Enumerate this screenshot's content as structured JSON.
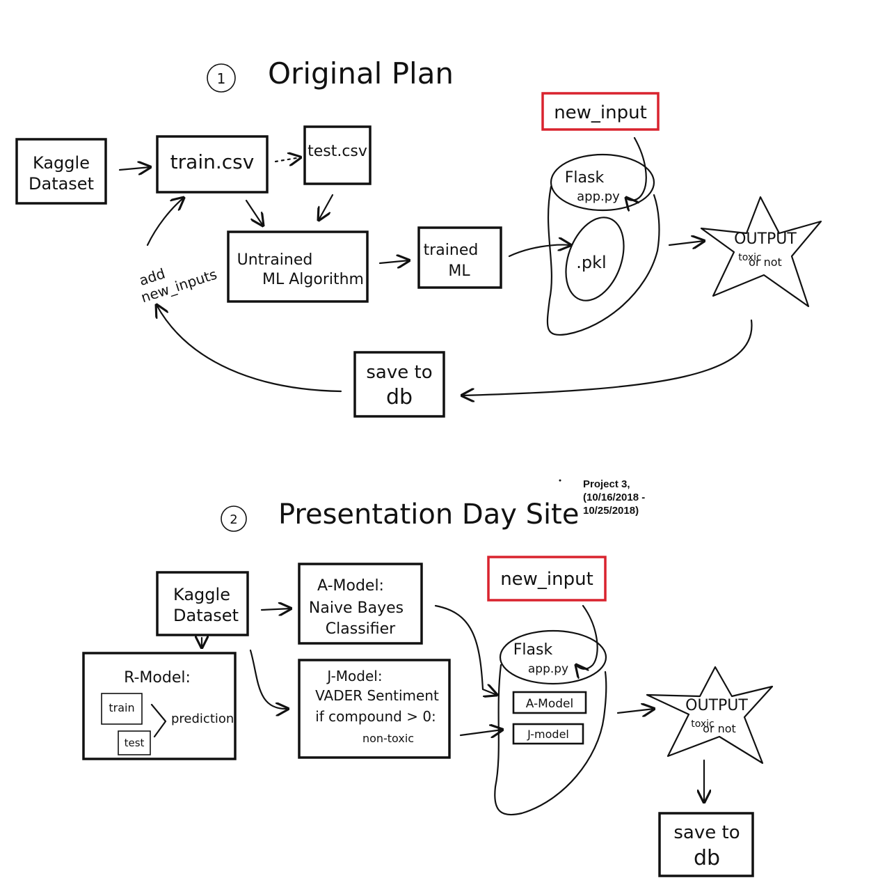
{
  "section1": {
    "number": "1",
    "title": "Original Plan",
    "kaggle": [
      "Kaggle",
      "Dataset"
    ],
    "train": "train.csv",
    "test": "test.csv",
    "untrained": [
      "Untrained",
      "ML Algorithm"
    ],
    "trained": [
      "trained",
      "ML"
    ],
    "new_input": "new_input",
    "flask": [
      "Flask",
      "app.py"
    ],
    "pkl": ".pkl",
    "output": [
      "OUTPUT",
      "toxic",
      "or not"
    ],
    "save": [
      "save to",
      "db"
    ],
    "add_label": [
      "add",
      "new_inputs"
    ]
  },
  "section2": {
    "number": "2",
    "title": "Presentation Day Site",
    "kaggle": [
      "Kaggle",
      "Dataset"
    ],
    "a_model": [
      "A-Model:",
      "Naive Bayes",
      "Classifier"
    ],
    "r_model": "R-Model:",
    "train": "train",
    "test": "test",
    "prediction": "prediction",
    "j_model": [
      "J-Model:",
      "VADER Sentiment",
      "if compound > 0:",
      "non-toxic"
    ],
    "new_input": "new_input",
    "flask": [
      "Flask",
      "app.py"
    ],
    "flask_a": "A-Model",
    "flask_j": "J-model",
    "output": [
      "OUTPUT",
      "toxic",
      "or not"
    ],
    "save": [
      "save to",
      "db"
    ]
  },
  "note": [
    "Project 3,",
    "(10/16/2018 -",
    "10/25/2018)"
  ],
  "colors": {
    "ink": "#111111",
    "highlight": "#d9232e",
    "background": "#ffffff"
  }
}
